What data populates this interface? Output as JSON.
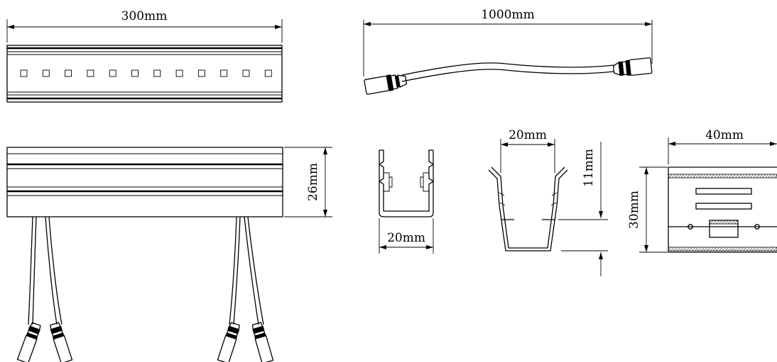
{
  "dimensions": {
    "strip_length": "300mm",
    "cable_length": "1000mm",
    "strip_height": "26mm",
    "profile_width": "20mm",
    "clip_width": "20mm",
    "clip_height": "11mm",
    "bracket_width": "40mm",
    "bracket_height": "30mm"
  },
  "colors": {
    "line": "#000000",
    "background": "#ffffff"
  }
}
